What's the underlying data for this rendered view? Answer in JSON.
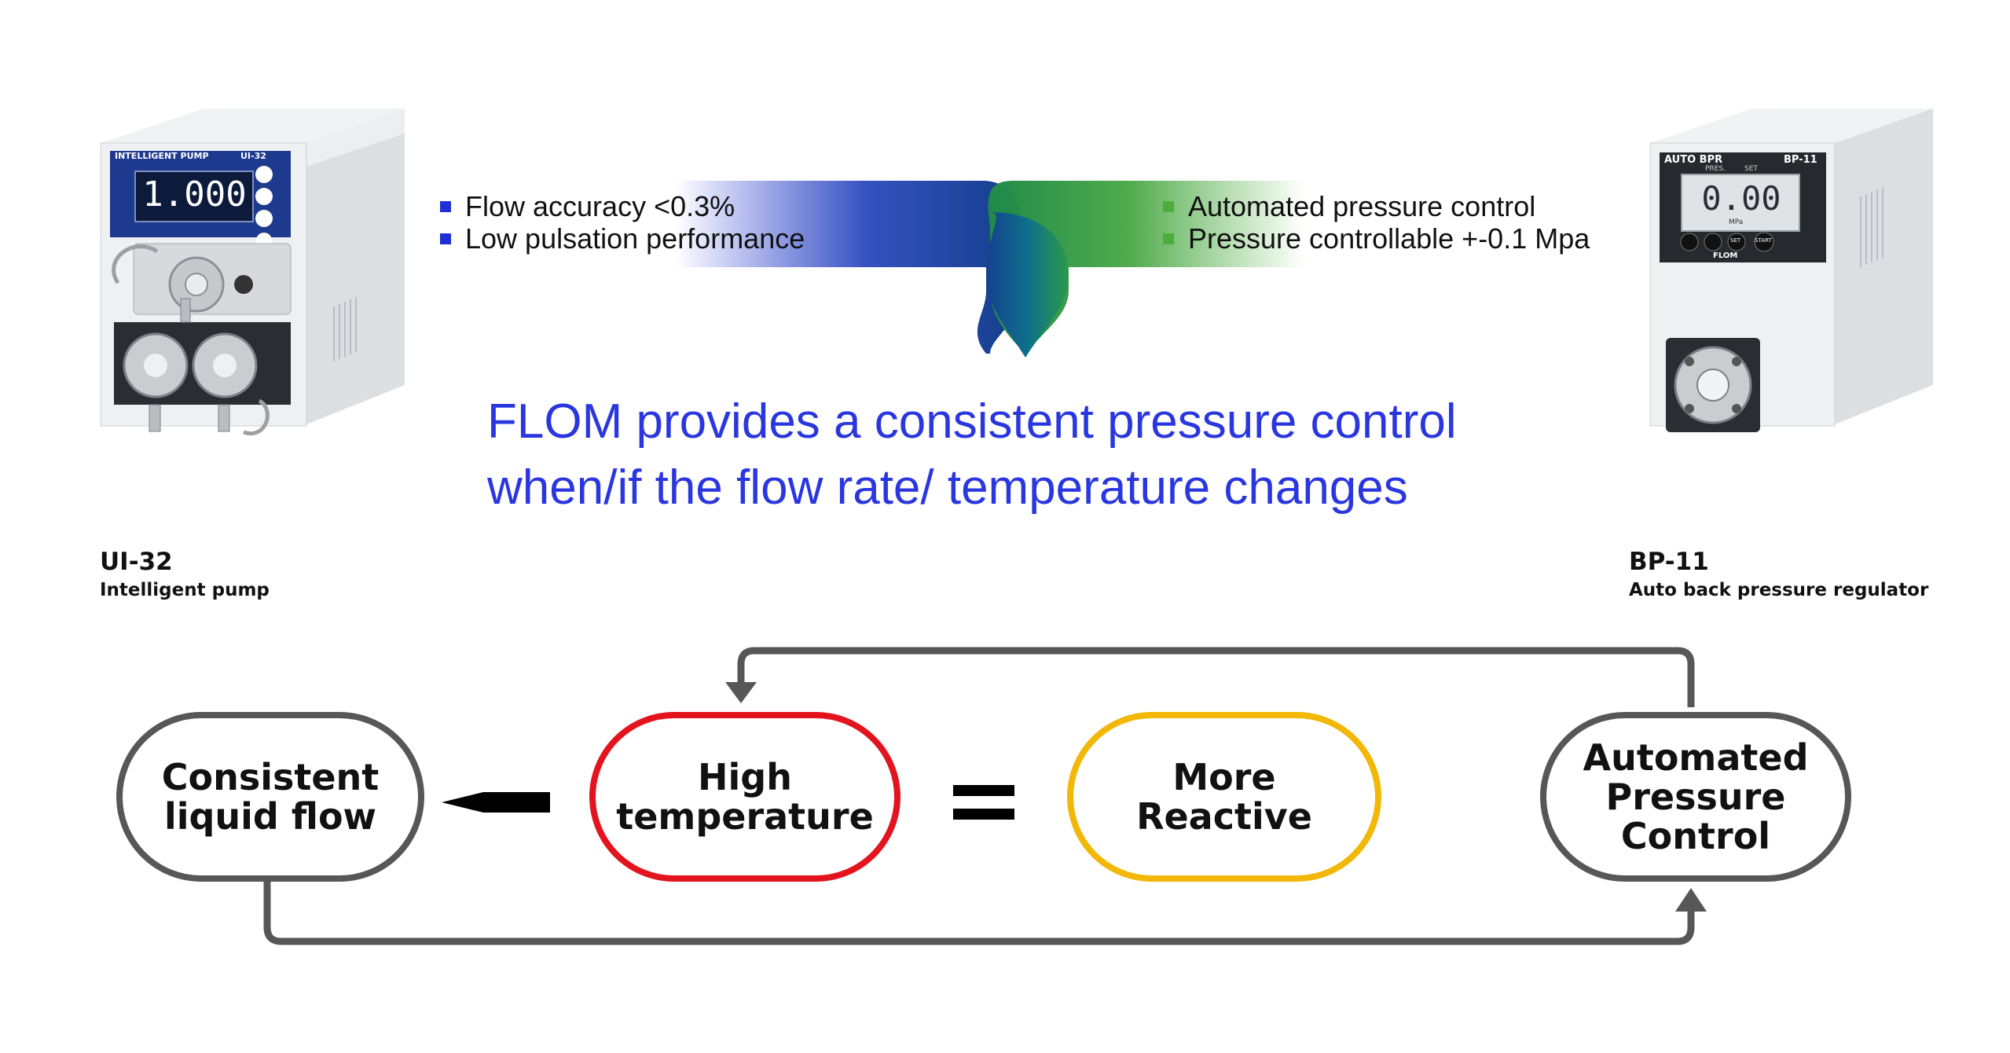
{
  "left_device": {
    "brand_label": "INTELLIGENT PUMP",
    "model_label": "UI-32",
    "display_value": "1.000",
    "title": "UI-32",
    "subtitle": "Intelligent pump"
  },
  "right_device": {
    "brand_label": "AUTO BPR",
    "model_label": "BP-11",
    "display_left": "PRES.",
    "display_right": "SET",
    "display_value": "0.00",
    "display_unit": "MPa",
    "button_set": "SET",
    "button_start": "START",
    "logo": "FLOM",
    "title": "BP-11",
    "subtitle": "Auto back pressure regulator"
  },
  "left_features": [
    "Flow accuracy <0.3%",
    "Low pulsation performance"
  ],
  "right_features": [
    "Automated pressure control",
    "Pressure controllable +-0.1 Mpa"
  ],
  "headline": {
    "line1": "FLOM provides a consistent pressure control",
    "line2": "when/if the flow rate/ temperature changes"
  },
  "flow": {
    "consistent_flow": [
      "Consistent",
      "liquid flow"
    ],
    "high_temp": [
      "High",
      "temperature"
    ],
    "reactive": [
      "More",
      "Reactive"
    ],
    "automated": [
      "Automated",
      "Pressure",
      "Control"
    ]
  },
  "colors": {
    "blue_accent": "#1f2fd6",
    "green_accent": "#4cae3c",
    "red_outline": "#e3141e",
    "yellow_outline": "#f2b707",
    "gray_outline": "#555555"
  }
}
